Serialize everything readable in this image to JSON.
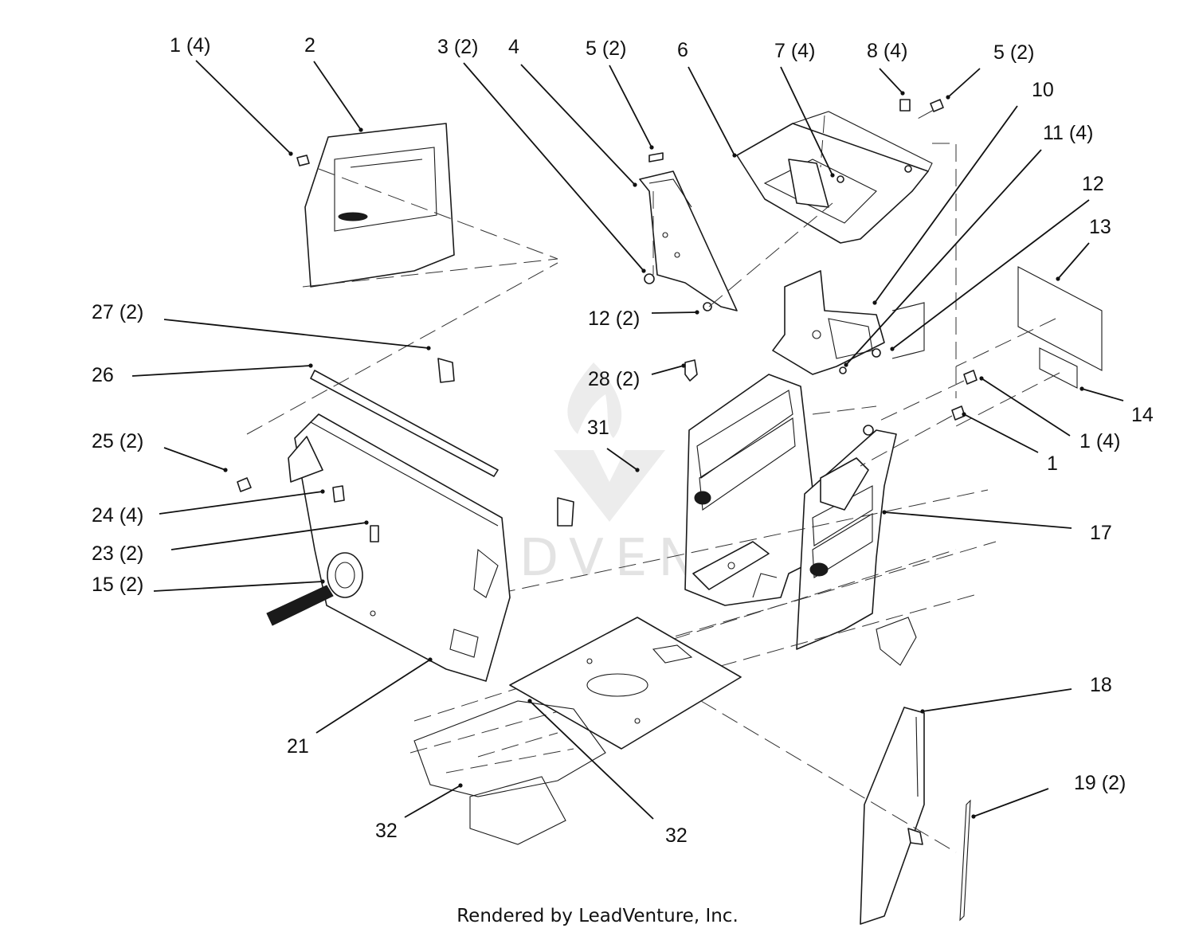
{
  "watermark": {
    "text": "LEADVENTURE"
  },
  "footer": {
    "text": "Rendered by LeadVenture, Inc."
  },
  "callouts": [
    {
      "id": "c01",
      "label": "1 (4)"
    },
    {
      "id": "c02",
      "label": "2"
    },
    {
      "id": "c03",
      "label": "3 (2)"
    },
    {
      "id": "c04",
      "label": "4"
    },
    {
      "id": "c05a",
      "label": "5 (2)"
    },
    {
      "id": "c06",
      "label": "6"
    },
    {
      "id": "c07",
      "label": "7 (4)"
    },
    {
      "id": "c08",
      "label": "8 (4)"
    },
    {
      "id": "c05b",
      "label": "5 (2)"
    },
    {
      "id": "c10",
      "label": "10"
    },
    {
      "id": "c11",
      "label": "11 (4)"
    },
    {
      "id": "c12a",
      "label": "12"
    },
    {
      "id": "c13",
      "label": "13"
    },
    {
      "id": "c14",
      "label": "14"
    },
    {
      "id": "c01b",
      "label": "1 (4)"
    },
    {
      "id": "c01c",
      "label": "1"
    },
    {
      "id": "c17",
      "label": "17"
    },
    {
      "id": "c18",
      "label": "18"
    },
    {
      "id": "c19",
      "label": "19 (2)"
    },
    {
      "id": "c32a",
      "label": "32"
    },
    {
      "id": "c32b",
      "label": "32"
    },
    {
      "id": "c21",
      "label": "21"
    },
    {
      "id": "c15",
      "label": "15 (2)"
    },
    {
      "id": "c23",
      "label": "23 (2)"
    },
    {
      "id": "c24",
      "label": "24 (4)"
    },
    {
      "id": "c25",
      "label": "25 (2)"
    },
    {
      "id": "c26",
      "label": "26"
    },
    {
      "id": "c27",
      "label": "27 (2)"
    },
    {
      "id": "c12b",
      "label": "12 (2)"
    },
    {
      "id": "c28",
      "label": "28 (2)"
    },
    {
      "id": "c31",
      "label": "31"
    }
  ]
}
